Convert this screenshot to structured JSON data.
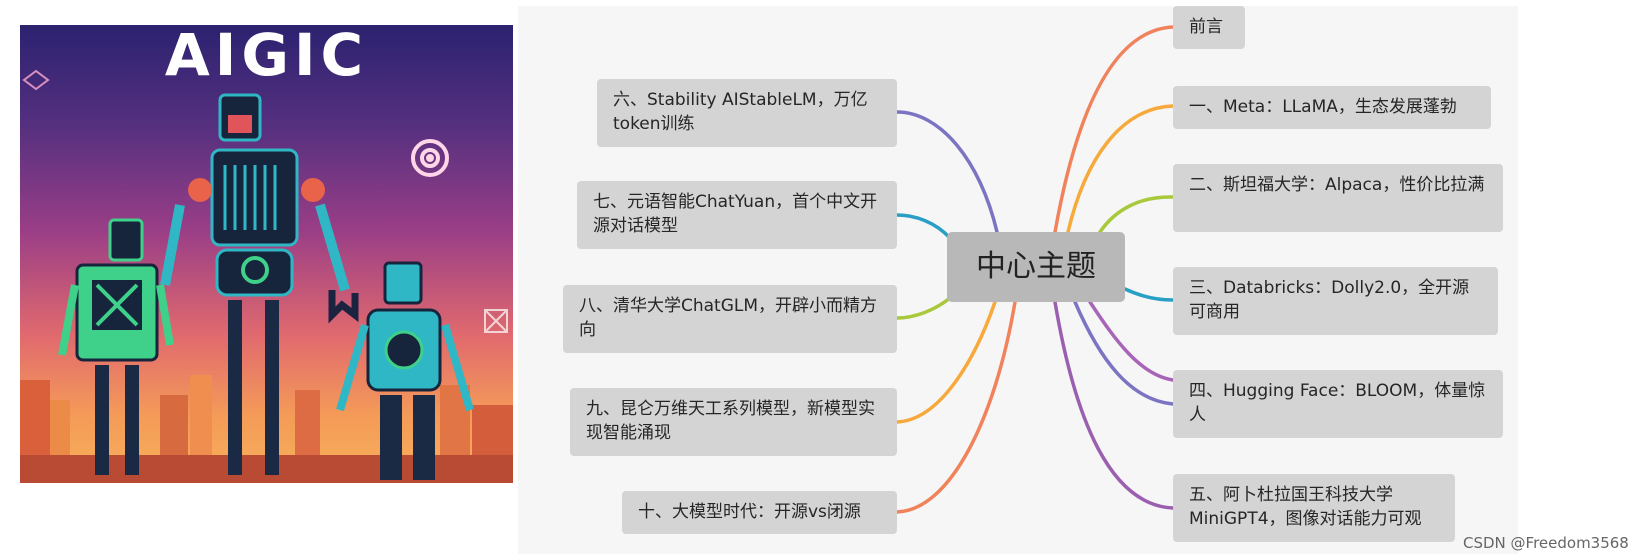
{
  "poster": {
    "title": "AIGIC"
  },
  "mindmap": {
    "center": "中心主题",
    "right_nodes": [
      "前言",
      "一、Meta：LLaMA，生态发展蓬勃",
      "二、斯坦福大学：Alpaca，性价比拉满",
      "三、Databricks：Dolly2.0，全开源可商用",
      "四、Hugging Face：BLOOM，体量惊人",
      "五、阿卜杜拉国王科技大学MiniGPT4，图像对话能力可观"
    ],
    "left_nodes": [
      "六、Stability AIStableLM，万亿token训练",
      "七、元语智能ChatYuan，首个中文开源对话模型",
      "八、清华大学ChatGLM，开辟小而精方向",
      "九、昆仑万维天工系列模型，新模型实现智能涌现",
      "十、大模型时代：开源vs闭源"
    ],
    "branch_colors": {
      "n0": "#f0825c",
      "n1": "#f7a93c",
      "n2": "#a9c93c",
      "n3": "#2a9fc6",
      "n4": "#a865b8",
      "n5": "#9b5fb0",
      "n6": "#7b74c2",
      "n7": "#2a9fc6",
      "n8": "#a9c93c",
      "n9": "#f7a93c",
      "n10": "#f0825c"
    }
  },
  "watermark": "CSDN @Freedom3568"
}
